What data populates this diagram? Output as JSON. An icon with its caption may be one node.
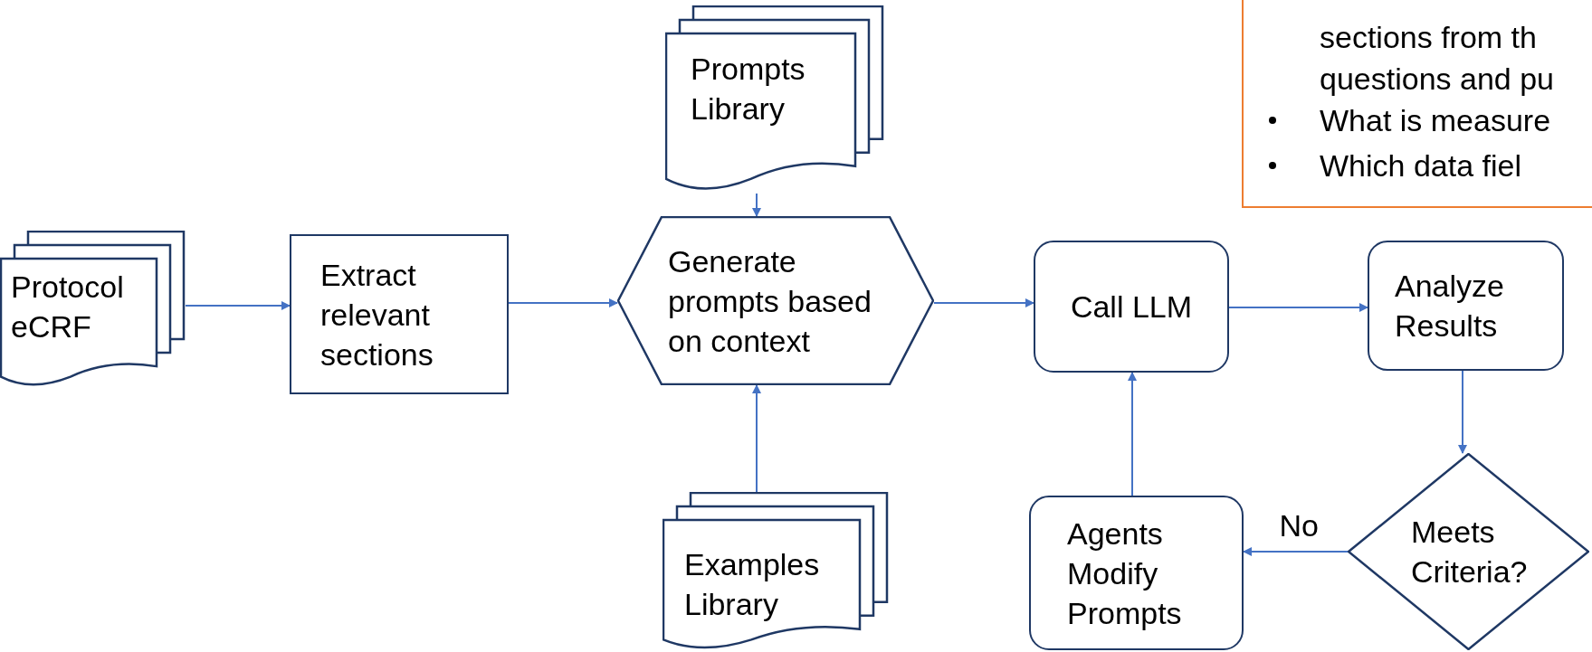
{
  "diagram": {
    "nodes": [
      {
        "text": [
          "Protocol eCRF"
        ]
      },
      {
        "text": [
          "Extract relevant sections"
        ]
      },
      {
        "text": [
          "Prompts Library"
        ]
      },
      {
        "text": [
          "Generate prompts based on context"
        ]
      },
      {
        "text": [
          "Examples Library"
        ]
      },
      {
        "text": [
          "Call LLM"
        ]
      },
      {
        "text": [
          "Analyze Results"
        ]
      },
      {
        "text": [
          "Meets Criteria?"
        ]
      },
      {
        "text": [
          "Agents Modify Prompts"
        ]
      },
      {
        "text": [
          "sections from th questions and pu",
          "What is measure",
          "Which data fiel"
        ]
      }
    ],
    "edges": [
      {
        "from": 0,
        "to": 1,
        "arrow": "to"
      },
      {
        "from": 1,
        "to": 3,
        "arrow": "to"
      },
      {
        "from": 2,
        "to": 3,
        "arrow": "to"
      },
      {
        "from": 4,
        "to": 3,
        "arrow": "to"
      },
      {
        "from": 3,
        "to": 5,
        "arrow": "to"
      },
      {
        "from": 5,
        "to": 6,
        "arrow": "to"
      },
      {
        "from": 6,
        "to": 7,
        "arrow": "to"
      },
      {
        "from": 7,
        "to": 8,
        "label": "No",
        "arrow": "to"
      },
      {
        "from": 8,
        "to": 5,
        "arrow": "to"
      }
    ]
  }
}
